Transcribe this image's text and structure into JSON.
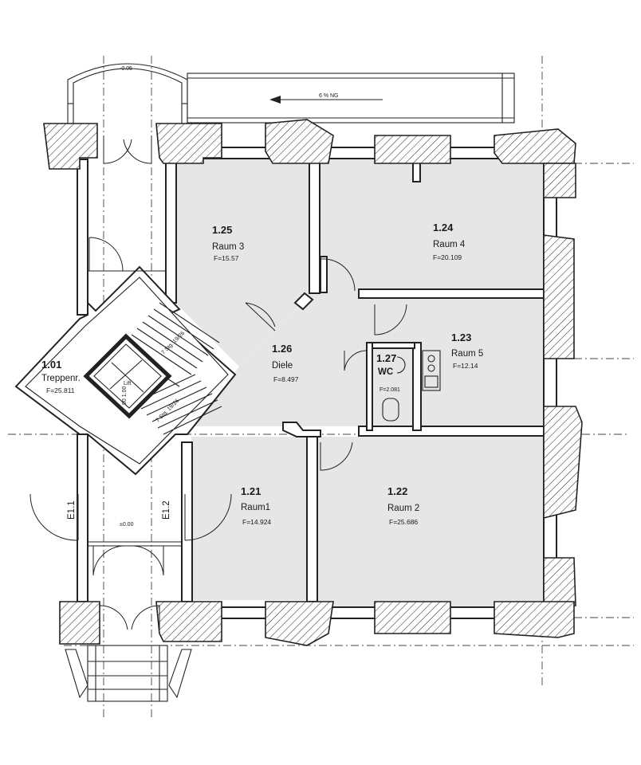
{
  "rooms": [
    {
      "id": "1.01",
      "name": "Treppenr.",
      "area": "F=25.811"
    },
    {
      "id": "1.25",
      "name": "Raum 3",
      "area": "F=15.57"
    },
    {
      "id": "1.24",
      "name": "Raum 4",
      "area": "F=20.109"
    },
    {
      "id": "1.23",
      "name": "Raum 5",
      "area": "F=12.14"
    },
    {
      "id": "1.26",
      "name": "Diele",
      "area": "F=8.497"
    },
    {
      "id": "1.27",
      "name": "WC",
      "area": "F=2.081"
    },
    {
      "id": "1.21",
      "name": "Raum1",
      "area": "F=14.924"
    },
    {
      "id": "1.22",
      "name": "Raum 2",
      "area": "F=25.686"
    }
  ],
  "labels": {
    "top_level": "-0.05",
    "ramp": "6 % NG",
    "entry_level": "±0.00",
    "entry_left": "E1.1",
    "entry_right": "E1.2",
    "lift": "Lift",
    "stair_upper": "7 Stg.\n19/26",
    "stair_lower": "7 Stg.\n19/26",
    "lift_dim": "90\n1.00"
  }
}
